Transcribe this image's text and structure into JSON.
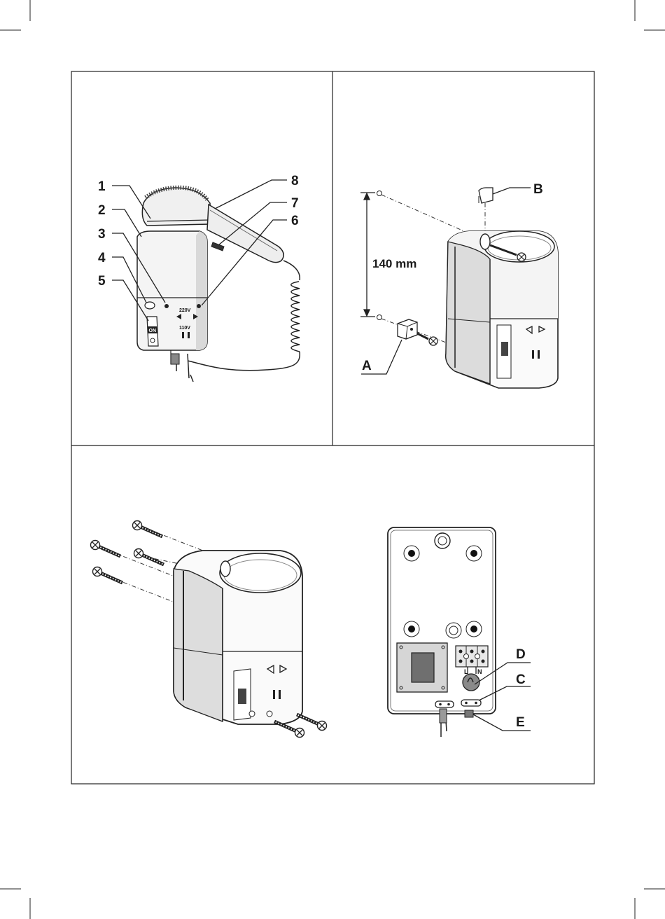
{
  "panel1": {
    "callouts": [
      "1",
      "2",
      "3",
      "4",
      "5",
      "8",
      "7",
      "6"
    ],
    "voltage_top": "220V",
    "voltage_bottom": "110V",
    "switch_text": "ON"
  },
  "panel2": {
    "dimension": "140 mm",
    "label_a": "A",
    "label_b": "B"
  },
  "panel4": {
    "label_d": "D",
    "label_c": "C",
    "label_e": "E",
    "terminal_l": "L",
    "terminal_n": "N"
  },
  "colors": {
    "line": "#1a1a1a",
    "shade_dark": "#3c3c3c",
    "shade_mid": "#8a8a8a",
    "shade_light": "#cfcfcf"
  }
}
